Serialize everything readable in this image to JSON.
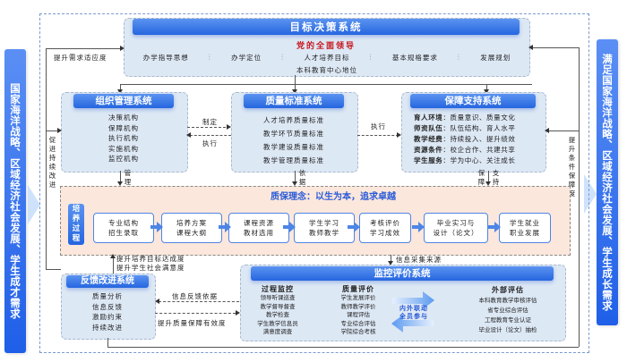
{
  "left_sidebar": {
    "text": "国家海洋战略、区域经济社会发展、学生成才需求"
  },
  "right_sidebar": {
    "text": "满足国家海洋战略、区域经济社会发展、学生成长需求"
  },
  "goal_system": {
    "title": "目标决策系统",
    "leadership": "党的全面领导",
    "items": [
      "办学指导思想",
      "办学定位",
      "人才培养目标",
      "基本规格要求",
      "发展规划"
    ],
    "center_status": "本科教育中心地位"
  },
  "org_system": {
    "title": "组织管理系统",
    "items": [
      "决策机构",
      "保障机构",
      "执行机构",
      "实施机构",
      "监控机构"
    ]
  },
  "quality_std_system": {
    "title": "质量标准系统",
    "items": [
      "人才培养质量标准",
      "教学环节质量标准",
      "教学建设质量标准",
      "教学管理质量标准"
    ]
  },
  "support_system": {
    "title": "保障支持系统",
    "items": [
      {
        "key": "育人环境",
        "value": "质量意识、质量文化"
      },
      {
        "key": "师资队伍",
        "value": "队伍结构、育人水平"
      },
      {
        "key": "教学经费",
        "value": "持续投入、提升绩效"
      },
      {
        "key": "资源条件",
        "value": "校企合作、共建共享"
      },
      {
        "key": "学生服务",
        "value": "学为中心、关注成长"
      }
    ]
  },
  "process": {
    "philosophy": "质保理念：以生为本，追求卓越",
    "tag": "培养过程",
    "steps": [
      [
        "专业结构",
        "招生录取"
      ],
      [
        "培养方案",
        "课程大纲"
      ],
      [
        "课程资源",
        "教材选用"
      ],
      [
        "学生学习",
        "教师教学"
      ],
      [
        "考核评价",
        "学习成效"
      ],
      [
        "毕业实习与",
        "设计（论文）"
      ],
      [
        "学生就业",
        "职业发展"
      ]
    ]
  },
  "feedback_system": {
    "title": "反馈改进系统",
    "items": [
      "质量分析",
      "信息反馈",
      "激励约束",
      "持续改进"
    ]
  },
  "monitor_system": {
    "title": "监控评价系统",
    "process_monitor": {
      "title": "过程监控",
      "items": [
        "领导听课巡查",
        "教学督导督查",
        "教学检查",
        "学生教学信息员",
        "满意度调查"
      ]
    },
    "quality_eval": {
      "title": "质量评价",
      "items": [
        "学生发展评价",
        "教师教学评价",
        "课程评估",
        "专业综合评估",
        "学院综合考核"
      ]
    },
    "center": [
      "内外联动",
      "全员参与"
    ],
    "external_eval": {
      "title": "外部评估",
      "items": [
        "本科教育教学审核评估",
        "省专业综合评估",
        "工程教育专业认证",
        "毕业设计（论文）抽检"
      ]
    }
  },
  "connectors": {
    "improve_demand": "提升需求适应度",
    "formulate": "制定",
    "execute_left": "执行",
    "execute_right": "执行",
    "promote_improve": "促进持续改进",
    "manage": "管理",
    "basis": "依据",
    "guarantee": "保障",
    "support": "支持",
    "improve_conditions": "提升条件保障度",
    "improve_goal": "提升培养目标达成度",
    "improve_satisfaction": "提升学生社会满意度",
    "info_source": "信息采集来源",
    "feedback_basis": "信息反馈依据",
    "improve_effectiveness": "提升质量保障有效度"
  },
  "colors": {
    "primary_blue": "#2566e0",
    "panel_bg": "#dde8f5",
    "process_bg": "#fbe7dc",
    "leadership_red": "#c8161d",
    "philosophy_blue": "#2a5bd7"
  }
}
